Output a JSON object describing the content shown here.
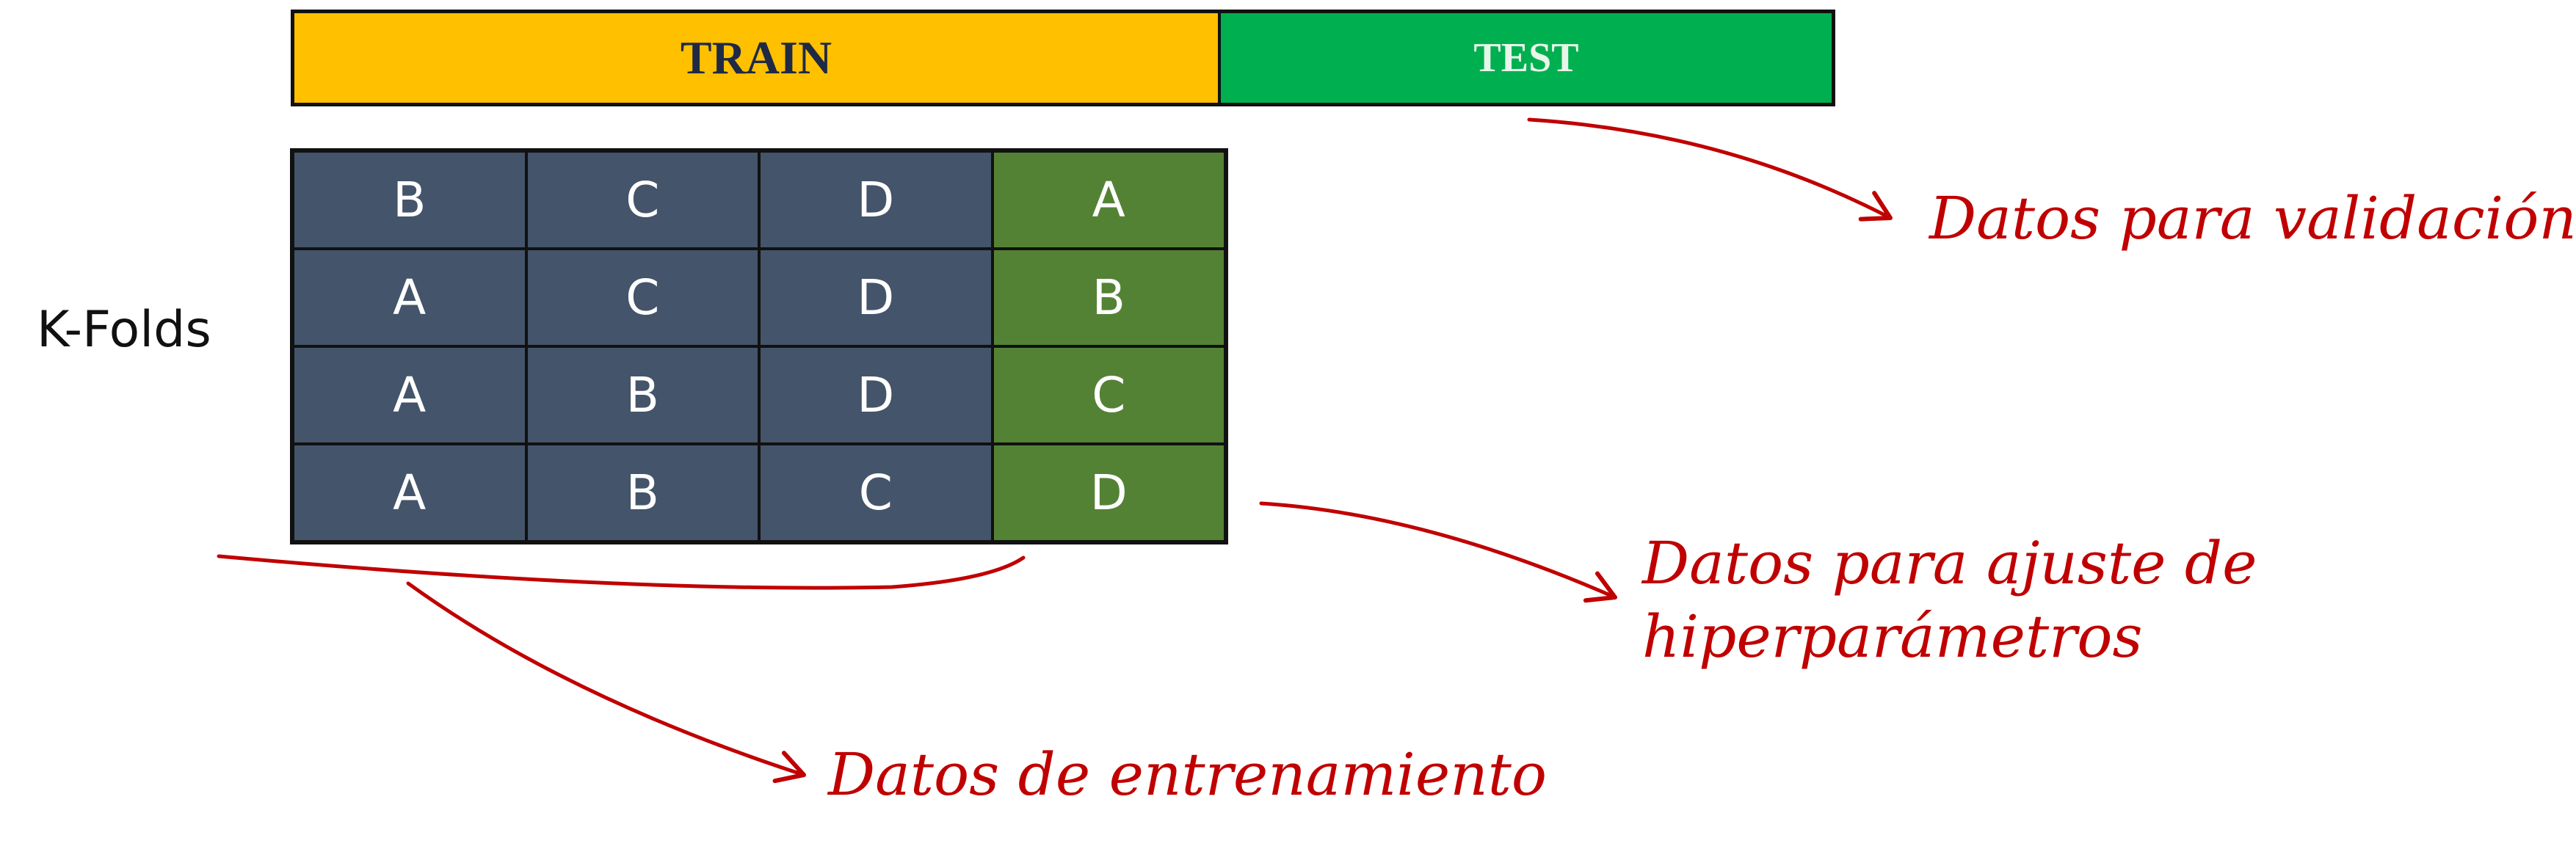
{
  "split_bar": {
    "train_label": "TRAIN",
    "test_label": "TEST"
  },
  "kfolds": {
    "label": "K-Folds",
    "rows": [
      {
        "train": [
          "B",
          "C",
          "D"
        ],
        "validation": "A"
      },
      {
        "train": [
          "A",
          "C",
          "D"
        ],
        "validation": "B"
      },
      {
        "train": [
          "A",
          "B",
          "D"
        ],
        "validation": "C"
      },
      {
        "train": [
          "A",
          "B",
          "C"
        ],
        "validation": "D"
      }
    ]
  },
  "annotations": {
    "validation": "Datos para validación",
    "tuning_line1": "Datos para ajuste de",
    "tuning_line2": "hiperparámetros",
    "training": "Datos de entrenamiento"
  },
  "colors": {
    "train_bar": "#FFC000",
    "test_bar": "#00B050",
    "fold_train": "#44546A",
    "fold_validation": "#548235",
    "annotation": "#C00000"
  }
}
